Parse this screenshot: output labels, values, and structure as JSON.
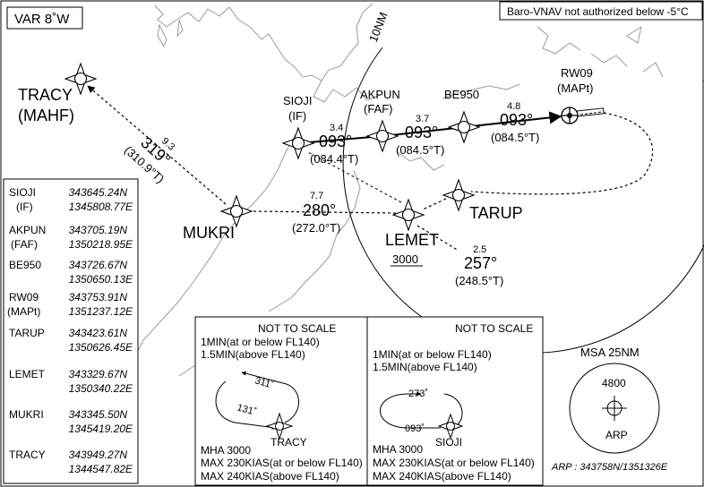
{
  "variation": "VAR 8˚W",
  "baro_note": "Baro-VNAV not authorized below -5°C",
  "ring_label": "10NM",
  "waypoints": {
    "tracy": {
      "name": "TRACY",
      "role": "(MAHF)"
    },
    "sioji": {
      "name": "SIOJI",
      "role": "(IF)"
    },
    "akpun": {
      "name": "AKPUN",
      "role": "(FAF)"
    },
    "be950": {
      "name": "BE950"
    },
    "rw09": {
      "name": "RW09",
      "role": "(MAPt)"
    },
    "tarup": {
      "name": "TARUP"
    },
    "lemet": {
      "name": "LEMET",
      "altitude": "3000"
    },
    "mukri": {
      "name": "MUKRI"
    }
  },
  "legs": [
    {
      "id": "sioji-akpun",
      "dist": "3.4",
      "course": "093°",
      "true": "(084.4°T)"
    },
    {
      "id": "akpun-be950",
      "dist": "3.7",
      "course": "093°",
      "true": "(084.5°T)"
    },
    {
      "id": "be950-rw09",
      "dist": "4.8",
      "course": "093°",
      "true": "(084.5°T)"
    },
    {
      "id": "mukri-tracy",
      "dist": "9.3",
      "course": "319°",
      "true": "(310.9°T)"
    },
    {
      "id": "lemet-mukri",
      "dist": "7.7",
      "course": "280°",
      "true": "(272.0°T)"
    },
    {
      "id": "lemet-sioji",
      "dist": "2.5",
      "course": "257°",
      "true": "(248.5°T)"
    }
  ],
  "coordinates": [
    {
      "name": "SIOJI",
      "role": "(IF)",
      "lat": "343645.24N",
      "lon": "1345808.77E"
    },
    {
      "name": "AKPUN",
      "role": "(FAF)",
      "lat": "343705.19N",
      "lon": "1350218.95E"
    },
    {
      "name": "BE950",
      "role": "",
      "lat": "343726.67N",
      "lon": "1350650.13E"
    },
    {
      "name": "RW09",
      "role": "(MAPt)",
      "lat": "343753.91N",
      "lon": "1351237.12E"
    },
    {
      "name": "TARUP",
      "role": "",
      "lat": "343423.61N",
      "lon": "1350626.45E"
    },
    {
      "name": "LEMET",
      "role": "",
      "lat": "343329.67N",
      "lon": "1350340.22E"
    },
    {
      "name": "MUKRI",
      "role": "",
      "lat": "343345.50N",
      "lon": "1345419.20E"
    },
    {
      "name": "TRACY",
      "role": "",
      "lat": "343949.27N",
      "lon": "1344547.82E"
    }
  ],
  "holds": [
    {
      "not_to_scale": "NOT TO SCALE",
      "time1": "1MIN(at or below FL140)",
      "time2": "1.5MIN(above FL140)",
      "inbound": "131˚",
      "outbound": "311˚",
      "fix": "TRACY",
      "mha": "MHA 3000",
      "speed1": "MAX 230KIAS(at or below FL140)",
      "speed2": "MAX 240KIAS(above FL140)"
    },
    {
      "not_to_scale": "NOT TO SCALE",
      "time1": "1MIN(at or below FL140)",
      "time2": "1.5MIN(above FL140)",
      "inbound": "093˚",
      "outbound": "273˚",
      "fix": "SIOJI",
      "mha": "MHA 3000",
      "speed1": "MAX 230KIAS(at or below FL140)",
      "speed2": "MAX 240KIAS(above FL140)"
    }
  ],
  "msa": {
    "title": "MSA 25NM",
    "altitude": "4800",
    "center": "ARP"
  },
  "arp": "ARP : 343758N/1351326E"
}
